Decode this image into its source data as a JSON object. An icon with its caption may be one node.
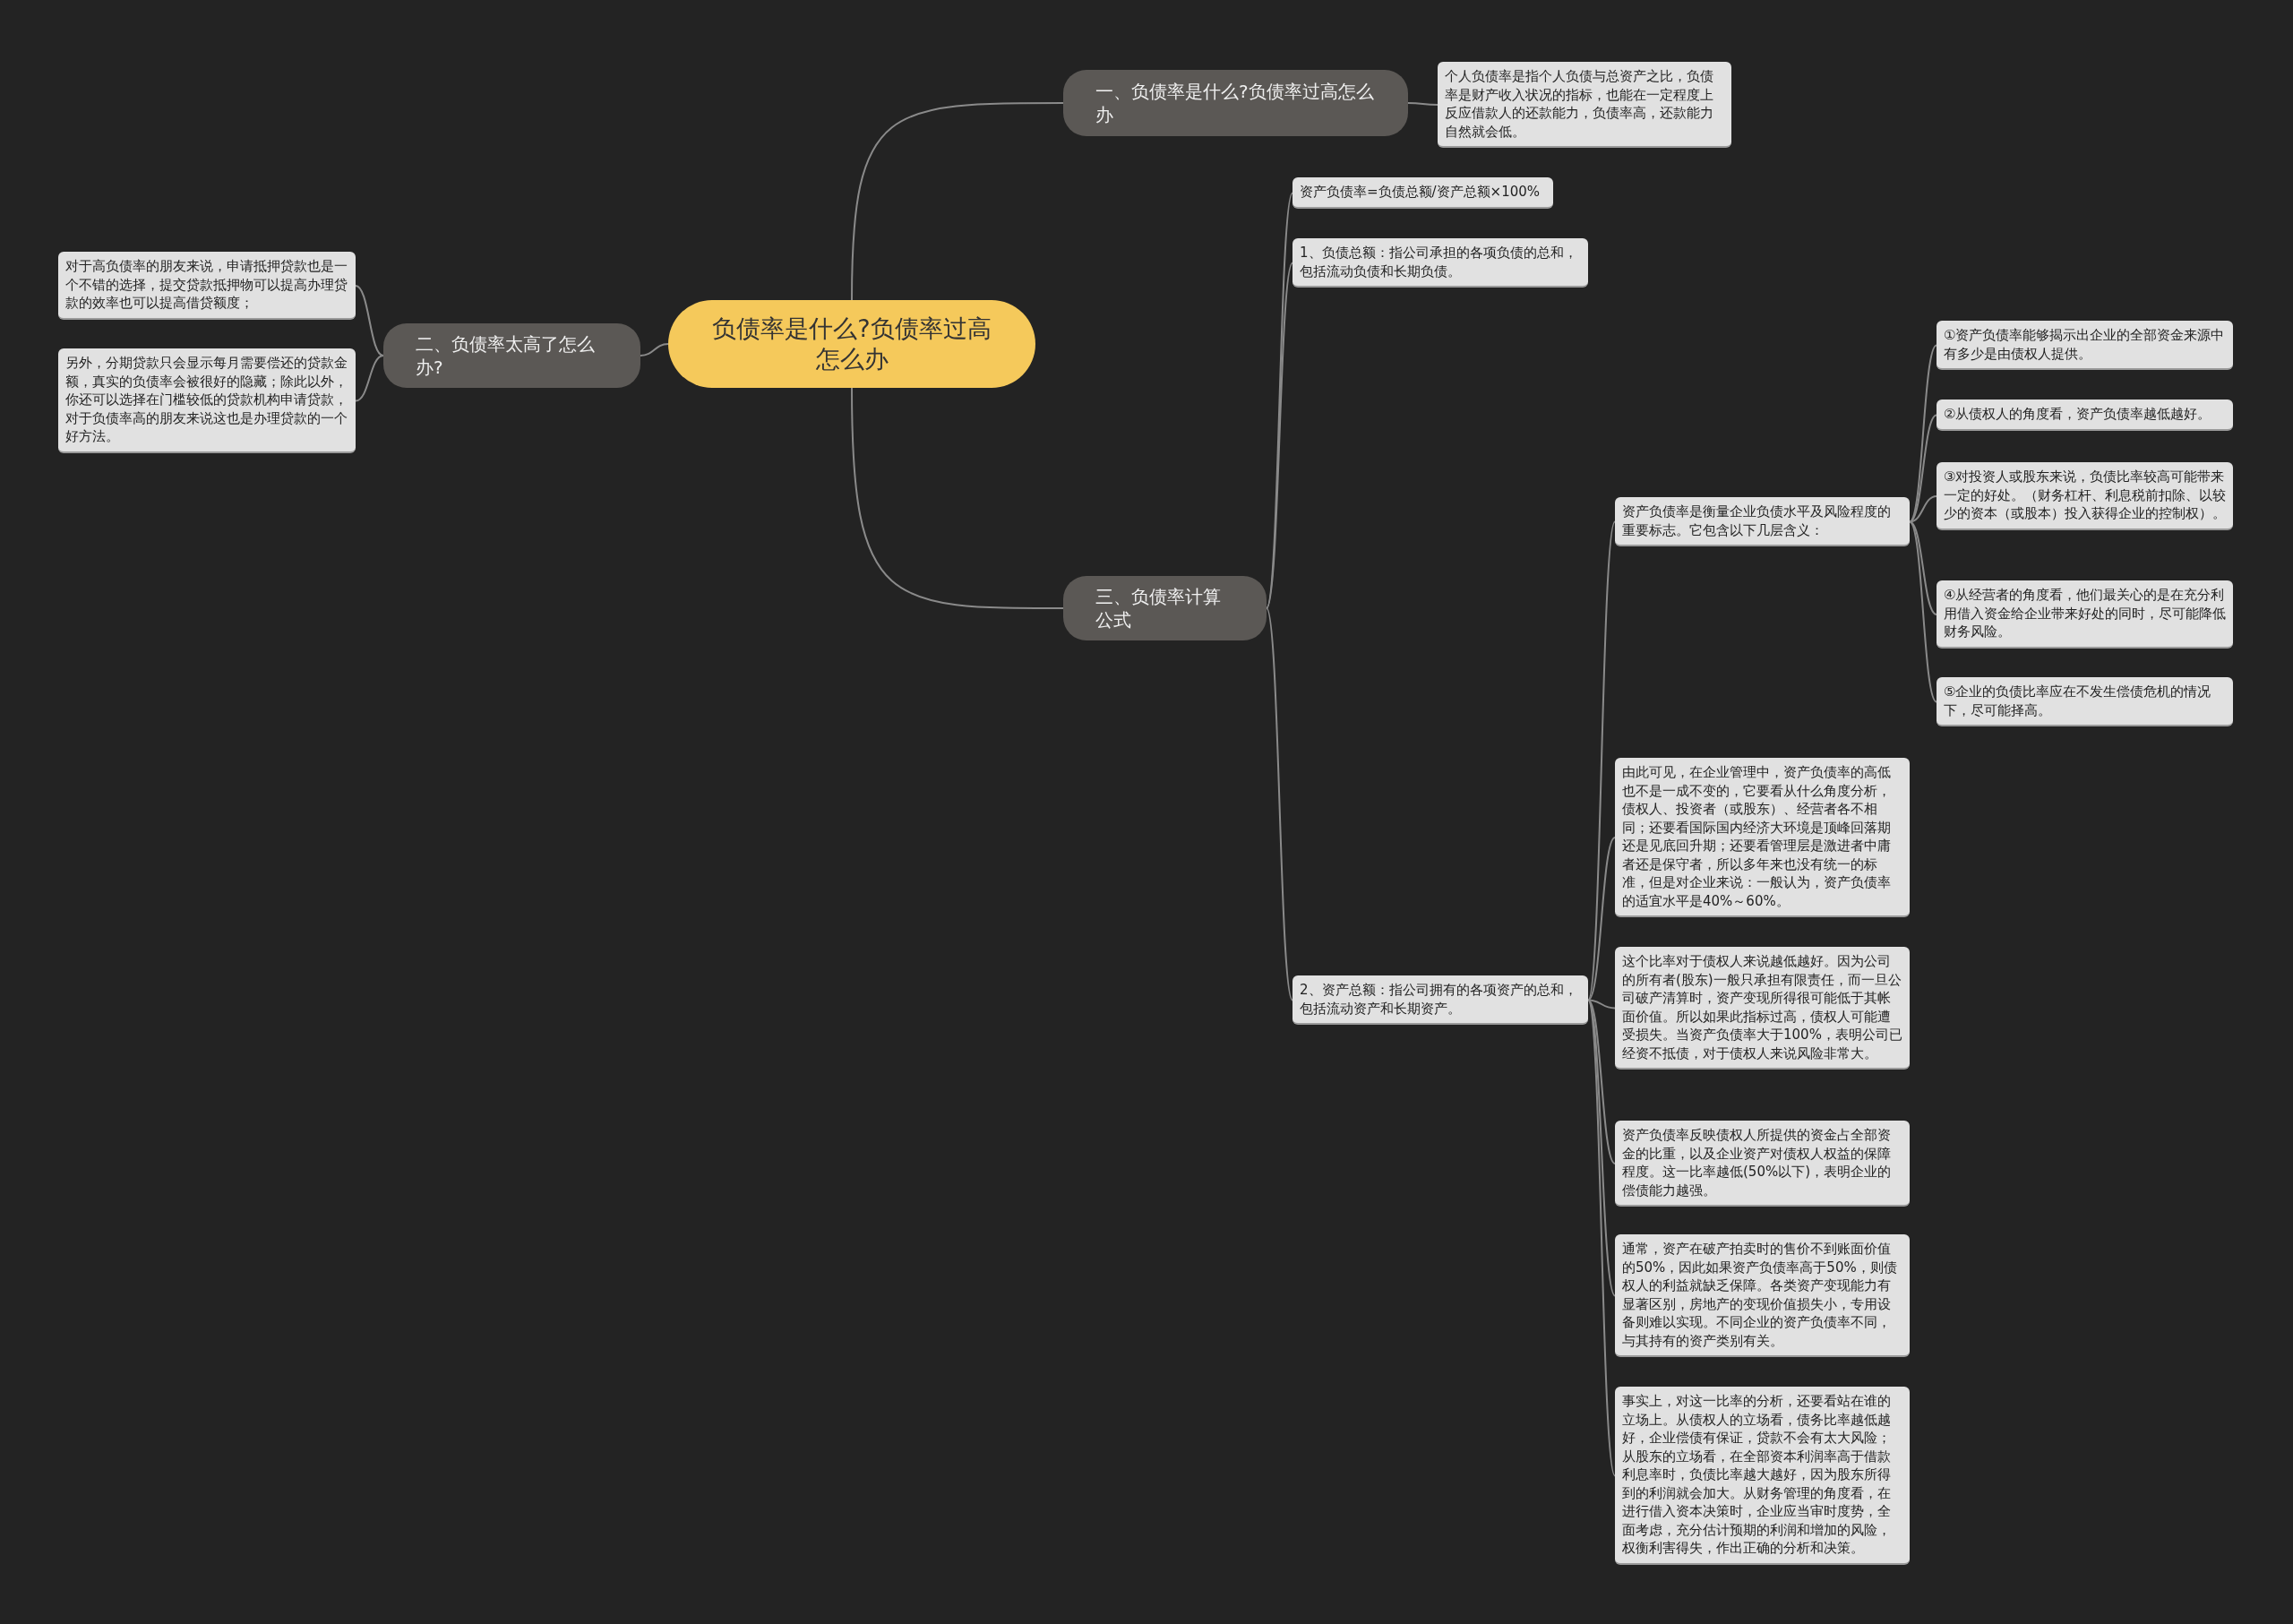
{
  "diagram": {
    "nodes": [
      {
        "text": [
          "负债率是什么?负债率过高怎么办"
        ]
      },
      {
        "text": [
          "一、负债率是什么?负债率过高怎么办"
        ]
      },
      {
        "text": [
          "个人负债率是指个人负债与总资产之比，负债率是财产收入状况的指标，也能在一定程度上反应借款人的还款能力，负债率高，还款能力自然就会低。"
        ]
      },
      {
        "text": [
          "二、负债率太高了怎么办?"
        ]
      },
      {
        "text": [
          "对于高负债率的朋友来说，申请抵押贷款也是一个不错的选择，提交贷款抵押物可以提高办理贷款的效率也可以提高借贷额度；"
        ]
      },
      {
        "text": [
          "另外，分期贷款只会显示每月需要偿还的贷款金额，真实的负债率会被很好的隐藏；除此以外，你还可以选择在门槛较低的贷款机构申请贷款，对于负债率高的朋友来说这也是办理贷款的一个好方法。"
        ]
      },
      {
        "text": [
          "三、负债率计算公式"
        ]
      },
      {
        "text": [
          "资产负债率=负债总额/资产总额×100%"
        ]
      },
      {
        "text": [
          "1、负债总额：指公司承担的各项负债的总和，包括流动负债和长期负债。"
        ]
      },
      {
        "text": [
          "2、资产总额：指公司拥有的各项资产的总和，包括流动资产和长期资产。"
        ]
      },
      {
        "text": [
          "资产负债率是衡量企业负债水平及风险程度的重要标志。它包含以下几层含义："
        ]
      },
      {
        "text": [
          "①资产负债率能够揭示出企业的全部资金来源中有多少是由债权人提供。"
        ]
      },
      {
        "text": [
          "②从债权人的角度看，资产负债率越低越好。"
        ]
      },
      {
        "text": [
          "③对投资人或股东来说，负债比率较高可能带来一定的好处。（财务杠杆、利息税前扣除、以较少的资本（或股本）投入获得企业的控制权）。"
        ]
      },
      {
        "text": [
          "④从经营者的角度看，他们最关心的是在充分利用借入资金给企业带来好处的同时，尽可能降低财务风险。"
        ]
      },
      {
        "text": [
          "⑤企业的负债比率应在不发生偿债危机的情况下，尽可能择高。"
        ]
      },
      {
        "text": [
          "由此可见，在企业管理中，资产负债率的高低也不是一成不变的，它要看从什么角度分析，债权人、投资者（或股东）、经营者各不相同；还要看国际国内经济大环境是顶峰回落期还是见底回升期；还要看管理层是激进者中庸者还是保守者，所以多年来也没有统一的标准，但是对企业来说：一般认为，资产负债率的适宜水平是40%～60%。"
        ]
      },
      {
        "text": [
          "这个比率对于债权人来说越低越好。因为公司的所有者(股东)一般只承担有限责任，而一旦公司破产清算时，资产变现所得很可能低于其帐面价值。所以如果此指标过高，债权人可能遭受损失。当资产负债率大于100%，表明公司已经资不抵债，对于债权人来说风险非常大。"
        ]
      },
      {
        "text": [
          "资产负债率反映债权人所提供的资金占全部资金的比重，以及企业资产对债权人权益的保障程度。这一比率越低(50%以下)，表明企业的偿债能力越强。"
        ]
      },
      {
        "text": [
          "通常，资产在破产拍卖时的售价不到账面价值的50%，因此如果资产负债率高于50%，则债权人的利益就缺乏保障。各类资产变现能力有显著区别，房地产的变现价值损失小，专用设备则难以实现。不同企业的资产负债率不同，与其持有的资产类别有关。"
        ]
      },
      {
        "text": [
          "事实上，对这一比率的分析，还要看站在谁的立场上。从债权人的立场看，债务比率越低越好，企业偿债有保证，贷款不会有太大风险；从股东的立场看，在全部资本利润率高于借款利息率时，负债比率越大越好，因为股东所得到的利润就会加大。从财务管理的角度看，在进行借入资本决策时，企业应当审时度势，全面考虑，充分估计预期的利润和增加的风险，权衡利害得失，作出正确的分析和决策。"
        ]
      }
    ],
    "edges": [
      {
        "from": 0,
        "to": 1,
        "arrow": "none"
      },
      {
        "from": 1,
        "to": 2,
        "arrow": "none"
      },
      {
        "from": 0,
        "to": 3,
        "arrow": "none"
      },
      {
        "from": 3,
        "to": 4,
        "arrow": "none"
      },
      {
        "from": 3,
        "to": 5,
        "arrow": "none"
      },
      {
        "from": 0,
        "to": 6,
        "arrow": "none"
      },
      {
        "from": 6,
        "to": 7,
        "arrow": "none"
      },
      {
        "from": 6,
        "to": 8,
        "arrow": "none"
      },
      {
        "from": 6,
        "to": 9,
        "arrow": "none"
      },
      {
        "from": 9,
        "to": 10,
        "arrow": "none"
      },
      {
        "from": 10,
        "to": 11,
        "arrow": "none"
      },
      {
        "from": 10,
        "to": 12,
        "arrow": "none"
      },
      {
        "from": 10,
        "to": 13,
        "arrow": "none"
      },
      {
        "from": 10,
        "to": 14,
        "arrow": "none"
      },
      {
        "from": 10,
        "to": 15,
        "arrow": "none"
      },
      {
        "from": 9,
        "to": 16,
        "arrow": "none"
      },
      {
        "from": 9,
        "to": 17,
        "arrow": "none"
      },
      {
        "from": 9,
        "to": 18,
        "arrow": "none"
      },
      {
        "from": 9,
        "to": 19,
        "arrow": "none"
      },
      {
        "from": 9,
        "to": 20,
        "arrow": "none"
      }
    ]
  }
}
